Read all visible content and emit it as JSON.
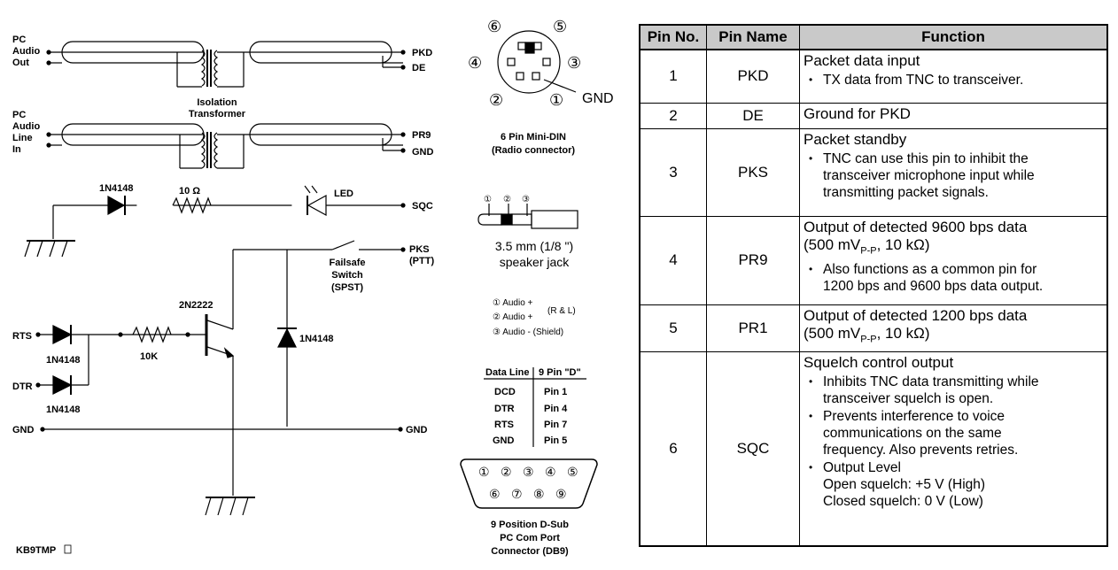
{
  "schematic": {
    "audio_out_label": "PC\nAudio\nOut",
    "audio_in_label": "PC\nAudio\nLine\nIn",
    "transformer_label": "Isolation\nTransformer",
    "pkd": "PKD",
    "de": "DE",
    "pr9": "PR9",
    "gnd": "GND",
    "sqc": "SQC",
    "diode1": "1N4148",
    "resistor1": "10 Ω",
    "led": "LED",
    "pks_ptt": "PKS\n(PTT)",
    "switch_label": "Failsafe\nSwitch\n(SPST)",
    "transistor": "2N2222",
    "rts": "RTS",
    "dtr": "DTR",
    "diode_rts": "1N4148",
    "diode_dtr": "1N4148",
    "resistor2": "10K",
    "diode_right": "1N4148",
    "gnd_left": "GND",
    "gnd_right": "GND",
    "credit": "KB9TMP"
  },
  "minidin": {
    "pins": [
      "⑥",
      "⑤",
      "④",
      "③",
      "②",
      "①"
    ],
    "gnd": "GND",
    "label": "6 Pin Mini-DIN\n(Radio connector)"
  },
  "jack": {
    "numbers": [
      "①",
      "②",
      "③"
    ],
    "label": "3.5 mm (1/8 \")\nspeaker jack",
    "legend": [
      "① Audio +",
      "② Audio +",
      "③ Audio - (Shield)"
    ],
    "legend_side": "(R & L)"
  },
  "db9_table": {
    "headers": [
      "Data Line",
      "9 Pin \"D\""
    ],
    "rows": [
      [
        "DCD",
        "Pin 1"
      ],
      [
        "DTR",
        "Pin 4"
      ],
      [
        "RTS",
        "Pin 7"
      ],
      [
        "GND",
        "Pin 5"
      ]
    ]
  },
  "db9": {
    "top_pins": [
      "①",
      "②",
      "③",
      "④",
      "⑤"
    ],
    "bottom_pins": [
      "⑥",
      "⑦",
      "⑧",
      "⑨"
    ],
    "label": "9 Position D-Sub\nPC Com Port\nConnector (DB9)"
  },
  "table": {
    "headers": [
      "Pin No.",
      "Pin Name",
      "Function"
    ],
    "rows": [
      {
        "no": "1",
        "name": "PKD",
        "head": "Packet data input",
        "bullets": [
          "TX data from TNC to transceiver."
        ]
      },
      {
        "no": "2",
        "name": "DE",
        "head": "Ground for PKD",
        "bullets": []
      },
      {
        "no": "3",
        "name": "PKS",
        "head": "Packet standby",
        "bullets": [
          "TNC can use this pin to inhibit the\ntransceiver microphone input while\ntransmitting packet signals."
        ]
      },
      {
        "no": "4",
        "name": "PR9",
        "head": "Output of detected 9600 bps data\n(500 mVP-P, 10 kΩ)",
        "bullets": [
          "Also functions as a common pin for\n1200 bps and 9600 bps data output."
        ]
      },
      {
        "no": "5",
        "name": "PR1",
        "head": "Output of detected 1200 bps data\n(500 mVP-P, 10 kΩ)",
        "bullets": []
      },
      {
        "no": "6",
        "name": "SQC",
        "head": "Squelch control output",
        "bullets": [
          "Inhibits TNC data transmitting while\ntransceiver squelch is open.",
          "Prevents interference to voice\ncommunications on the same\nfrequency.  Also prevents retries.",
          "Output Level\nOpen squelch: +5 V (High)\nClosed squelch: 0 V (Low)"
        ]
      }
    ]
  }
}
